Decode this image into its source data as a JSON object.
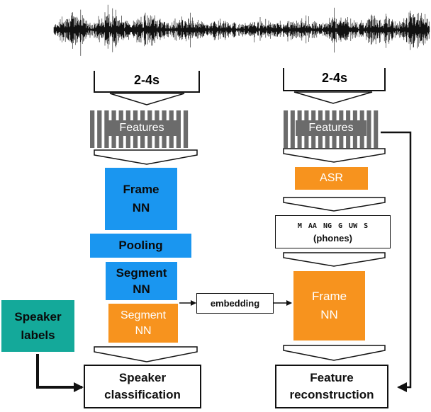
{
  "colors": {
    "frame_nn_left": "#1a96f0",
    "orange": "#f7931e",
    "teal": "#14a99a",
    "features": "#6b6b6b",
    "line": "#111111"
  },
  "left": {
    "duration": "2-4s",
    "features": "Features",
    "frame_nn": [
      "Frame",
      "NN"
    ],
    "pooling": "Pooling",
    "segment_nn_blue": [
      "Segment",
      "NN"
    ],
    "segment_nn_orange": [
      "Segment",
      "NN"
    ],
    "speaker_labels": [
      "Speaker",
      "labels"
    ],
    "output": [
      "Speaker",
      "classification"
    ]
  },
  "middle": {
    "embedding": "embedding"
  },
  "right": {
    "duration": "2-4s",
    "features": "Features",
    "asr": "ASR",
    "phones_seq": "M AA NG G UW S",
    "phones_label": "(phones)",
    "frame_nn": [
      "Frame",
      "NN"
    ],
    "output": [
      "Feature",
      "reconstruction"
    ]
  }
}
